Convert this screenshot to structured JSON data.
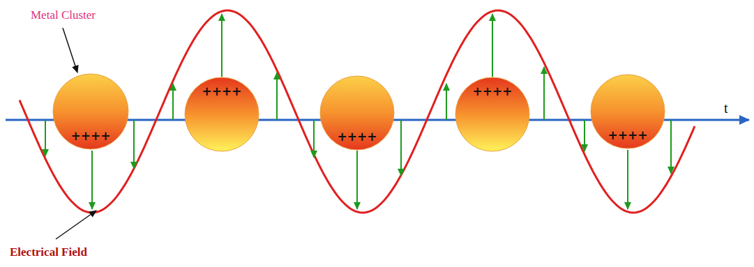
{
  "diagram": {
    "nodes": [
      {
        "text": [
          "++++"
        ]
      },
      {
        "text": [
          "++++"
        ]
      },
      {
        "text": [
          "++++"
        ]
      },
      {
        "text": [
          "++++"
        ]
      },
      {
        "text": [
          "++++"
        ]
      }
    ],
    "labels": [
      "Metal Cluster",
      "Electrical Field",
      "t"
    ]
  }
}
